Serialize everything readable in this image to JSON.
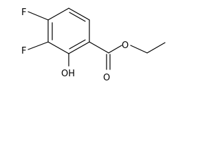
{
  "molecule": {
    "atoms": {
      "f_top": "F",
      "f_left": "F",
      "oh": "OH",
      "o_ester": "O",
      "o_carbonyl": "O"
    }
  }
}
